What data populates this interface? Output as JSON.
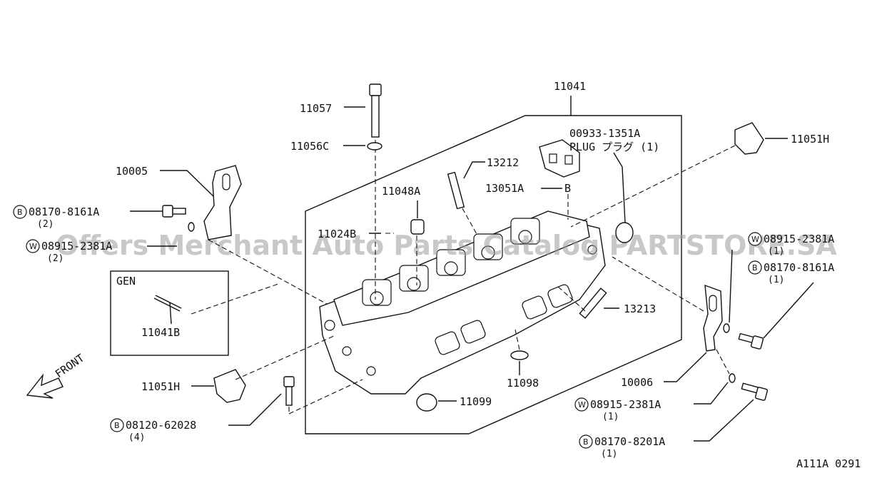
{
  "labels": {
    "p11041": "11041",
    "p11057": "11057",
    "p11056c": "11056C",
    "p13212": "13212",
    "p00933": "00933-1351A",
    "plug": "PLUG プラグ (1)",
    "p11051h_top": "11051H",
    "p10005": "10005",
    "p11048a": "11048A",
    "p13051a": "13051A",
    "p08170_8161a_left": "08170-8161A",
    "p08170_8161a_left_qty": "(2)",
    "p11024b": "11024B",
    "p08915_2381a_left": "08915-2381A",
    "p08915_2381a_left_qty": "(2)",
    "p08915_2381a_right_top": "08915-2381A",
    "p08915_2381a_right_top_qty": "(1)",
    "p08170_8161a_right": "08170-8161A",
    "p08170_8161a_right_qty": "(1)",
    "gen": "GEN",
    "p11041b": "11041B",
    "p13213": "13213",
    "front": "FRONT",
    "p11051h_bottom": "11051H",
    "p10006": "10006",
    "p11098": "11098",
    "p11099": "11099",
    "p08915_2381a_right_bottom": "08915-2381A",
    "p08915_2381a_right_bottom_qty": "(1)",
    "p08120_62028": "08120-62028",
    "p08120_62028_qty": "(4)",
    "p08170_8201a": "08170-8201A",
    "p08170_8201a_qty": "(1)",
    "ref": "A111A 0291"
  },
  "markers": {
    "bolt": "B",
    "washer": "W",
    "callout_b": "B"
  },
  "watermark": "Offers Merchant Auto Parts Catalog PARTSTORE.SA"
}
